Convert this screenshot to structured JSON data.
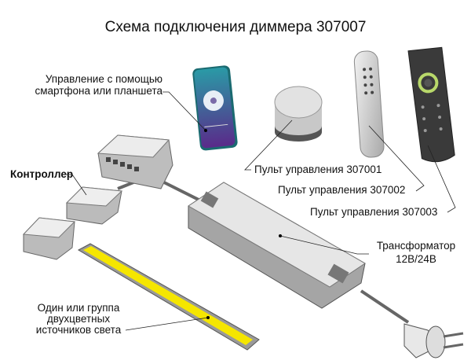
{
  "title": "Схема подключения диммера 307007",
  "labels": {
    "smartphone_line1": "Управление с помощью",
    "smartphone_line2": "смартфона или планшета",
    "controller": "Контроллер",
    "remote_1": "Пульт управления 307001",
    "remote_2": "Пульт управления 307002",
    "remote_3": "Пульт управления 307003",
    "transformer_line1": "Трансформатор",
    "transformer_line2": "12В/24В",
    "light_line1": "Один или группа",
    "light_line2": "двухцветных",
    "light_line3": "источников света"
  },
  "colors": {
    "led": "#f5e600",
    "phone_top": "#2a9aa6",
    "phone_bottom": "#5a2a8a",
    "remote_accent": "#b8d86a"
  }
}
